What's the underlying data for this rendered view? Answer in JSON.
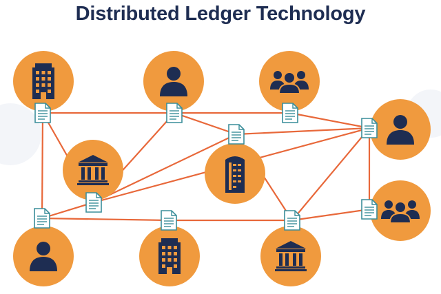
{
  "title": "Distributed Ledger Technology",
  "colors": {
    "node_fill": "#f09a3e",
    "icon": "#1e2d52",
    "link": "#e8683a",
    "doc_fill": "#ffffff",
    "doc_border": "#3a8e9a",
    "title": "#1e2d52"
  },
  "nodes": [
    {
      "id": "n1",
      "icon": "office-building-icon"
    },
    {
      "id": "n2",
      "icon": "person-icon"
    },
    {
      "id": "n3",
      "icon": "group-icon"
    },
    {
      "id": "n4",
      "icon": "person-icon"
    },
    {
      "id": "n5",
      "icon": "bank-icon"
    },
    {
      "id": "n6",
      "icon": "tower-building-icon"
    },
    {
      "id": "n7",
      "icon": "group-icon"
    },
    {
      "id": "n8",
      "icon": "person-icon"
    },
    {
      "id": "n9",
      "icon": "office-building-icon"
    },
    {
      "id": "n10",
      "icon": "bank-icon"
    }
  ],
  "ledger_documents": [
    {
      "id": "d1",
      "icon": "ledger-document-icon"
    },
    {
      "id": "d2",
      "icon": "ledger-document-icon"
    },
    {
      "id": "d3",
      "icon": "ledger-document-icon"
    },
    {
      "id": "d4",
      "icon": "ledger-document-icon"
    },
    {
      "id": "d5",
      "icon": "ledger-document-icon"
    },
    {
      "id": "d6",
      "icon": "ledger-document-icon"
    },
    {
      "id": "d7",
      "icon": "ledger-document-icon"
    },
    {
      "id": "d8",
      "icon": "ledger-document-icon"
    },
    {
      "id": "d9",
      "icon": "ledger-document-icon"
    },
    {
      "id": "d10",
      "icon": "ledger-document-icon"
    }
  ],
  "connections": [
    [
      "d1",
      "d2"
    ],
    [
      "d2",
      "d3"
    ],
    [
      "d3",
      "d4"
    ],
    [
      "d2",
      "d5"
    ],
    [
      "d5",
      "d4"
    ],
    [
      "d1",
      "d7"
    ],
    [
      "d1",
      "d6"
    ],
    [
      "d6",
      "d2"
    ],
    [
      "d6",
      "d5"
    ],
    [
      "d6",
      "d4"
    ],
    [
      "d7",
      "d6"
    ],
    [
      "d7",
      "d8"
    ],
    [
      "d8",
      "d9"
    ],
    [
      "d9",
      "d10"
    ],
    [
      "d5",
      "d9"
    ],
    [
      "d4",
      "d10"
    ],
    [
      "d4",
      "d9"
    ]
  ]
}
